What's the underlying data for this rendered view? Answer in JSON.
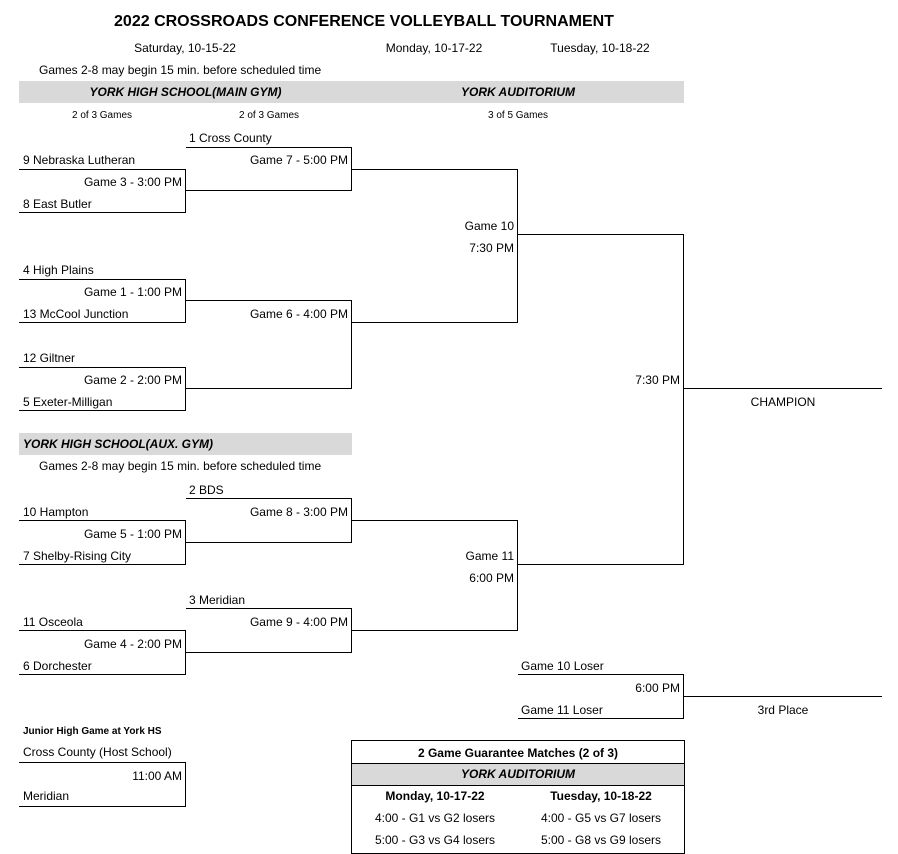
{
  "title": "2022 CROSSROADS CONFERENCE VOLLEYBALL TOURNAMENT",
  "dates": {
    "sat": "Saturday, 10-15-22",
    "mon": "Monday, 10-17-22",
    "tue": "Tuesday, 10-18-22"
  },
  "note": "Games 2-8 may begin 15 min. before scheduled time",
  "venues": {
    "main": "YORK HIGH SCHOOL(MAIN GYM)",
    "aud": "YORK AUDITORIUM",
    "aux": "YORK HIGH SCHOOL(AUX. GYM)"
  },
  "formats": {
    "col1": "2 of 3 Games",
    "col2": "2 of 3 Games",
    "col3": "3 of 5 Games"
  },
  "teams": {
    "t1": "1 Cross County",
    "t9": "9 Nebraska Lutheran",
    "t8": "8 East Butler",
    "t4": "4 High Plains",
    "t13": "13 McCool Junction",
    "t12": "12 Giltner",
    "t5": "5 Exeter-Milligan",
    "t2": "2 BDS",
    "t10": "10 Hampton",
    "t7": "7 Shelby-Rising City",
    "t3": "3 Meridian",
    "t11": "11 Osceola",
    "t6": "6 Dorchester"
  },
  "games": {
    "g1": "Game 1 - 1:00  PM",
    "g2": "Game 2 - 2:00 PM",
    "g3": "Game 3 - 3:00 PM",
    "g4": "Game 4 - 2:00 PM",
    "g5": "Game 5 - 1:00 PM",
    "g6": "Game 6 - 4:00 PM",
    "g7": "Game 7 - 5:00 PM",
    "g8": "Game 8 - 3:00 PM",
    "g9": "Game 9 - 4:00 PM",
    "g10": "Game 10",
    "g10_time": "7:30 PM",
    "g11": "Game 11",
    "g11_time": "6:00 PM",
    "final_time": "7:30 PM",
    "champion": "CHAMPION",
    "g10_loser": "Game 10 Loser",
    "g11_loser": "Game 11 Loser",
    "third_time": "6:00 PM",
    "third": "3rd Place"
  },
  "junior": {
    "title": "Junior High Game at York HS",
    "team_a": "Cross County (Host School)",
    "time": "11:00 AM",
    "team_b": "Meridian"
  },
  "guarantee": {
    "title": "2 Game Guarantee Matches (2 of 3)",
    "venue": "YORK AUDITORIUM",
    "mon": "Monday, 10-17-22",
    "tue": "Tuesday, 10-18-22",
    "mon_rows": [
      "4:00 - G1 vs G2 losers",
      "5:00 - G3 vs G4 losers"
    ],
    "tue_rows": [
      "4:00 - G5 vs G7 losers",
      "5:00 - G8 vs G9 losers"
    ]
  }
}
